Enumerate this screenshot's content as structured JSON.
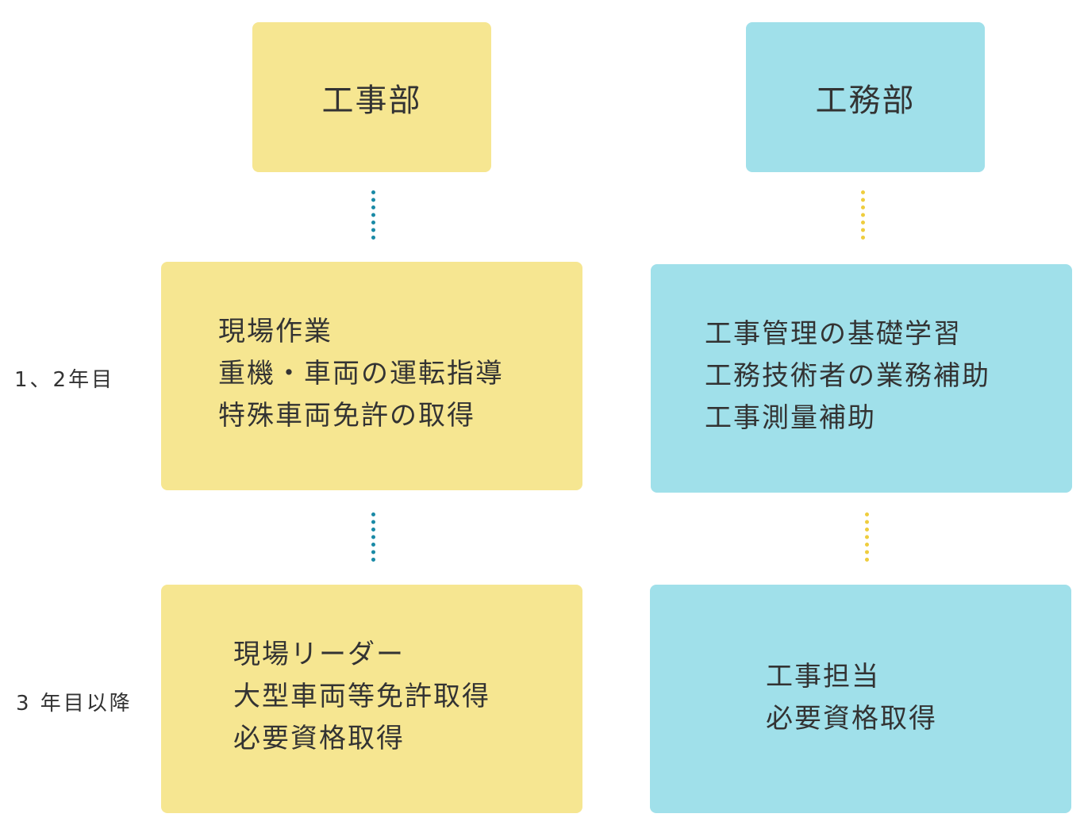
{
  "departments": {
    "construction": {
      "title": "工事部",
      "year1_2": [
        "現場作業",
        "重機・車両の運転指導",
        "特殊車両免許の取得"
      ],
      "year3_plus": [
        "現場リーダー",
        "大型車両等免許取得",
        "必要資格取得"
      ]
    },
    "engineering": {
      "title": "工務部",
      "year1_2": [
        "工事管理の基礎学習",
        "工務技術者の業務補助",
        "工事測量補助"
      ],
      "year3_plus": [
        "工事担当",
        "必要資格取得"
      ]
    }
  },
  "stages": {
    "year1_2": "1、2年目",
    "year3_plus": "3 年目以降"
  },
  "colors": {
    "construction_box": "#f6e691",
    "engineering_box": "#a0e0ea",
    "construction_connector": "#1a8aa6",
    "engineering_connector": "#efcd3e"
  }
}
